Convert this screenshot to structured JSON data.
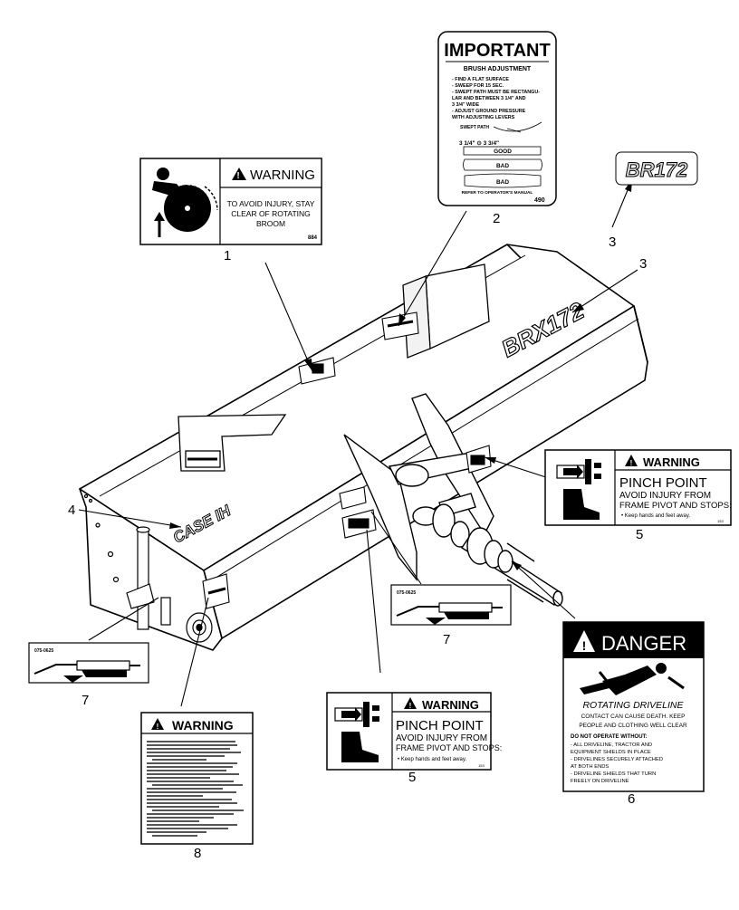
{
  "callouts": {
    "c1": "1",
    "c2": "2",
    "c3a": "3",
    "c3b": "3",
    "c4": "4",
    "c5a": "5",
    "c5b": "5",
    "c6": "6",
    "c7a": "7",
    "c7b": "7",
    "c8": "8"
  },
  "decal1": {
    "header": "WARNING",
    "text": [
      "TO AVOID INJURY, STAY",
      "CLEAR OF ROTATING",
      "BROOM"
    ],
    "code": "884"
  },
  "decal2": {
    "header": "IMPORTANT",
    "title": "BRUSH ADJUSTMENT",
    "steps": [
      "- FIND A FLAT SURFACE",
      "- SWEEP FOR 15 SEC.",
      "- SWEPT PATH MUST BE RECTANGU-",
      "  LAR AND BETWEEN 3 1/4\" AND",
      "  3 3/4\" WIDE",
      "- ADJUST GROUND PRESSURE",
      "  WITH ADJUSTING LEVERS"
    ],
    "swept": "SWEPT PATH",
    "range": "3 1/4\" ⊙ 3 3/4\"",
    "good": "GOOD",
    "bad1": "BAD",
    "bad2": "BAD",
    "footer": "REFER TO OPERATOR'S MANUAL",
    "code": "490"
  },
  "decal3": {
    "logo": "BR172"
  },
  "machine": {
    "model_logo": "BRX172",
    "brand_logo": "CASE IH"
  },
  "pinch": {
    "header": "WARNING",
    "title": "PINCH POINT",
    "text1": "AVOID INJURY FROM",
    "text2": "FRAME PIVOT AND STOPS:",
    "bullet": "• Keep hands and feet away.",
    "code": "153"
  },
  "danger": {
    "header": "DANGER",
    "title": "ROTATING DRIVELINE",
    "text": [
      "CONTACT CAN CAUSE DEATH. KEEP",
      "PEOPLE AND CLOTHING WELL CLEAR"
    ],
    "sub": "DO NOT OPERATE WITHOUT:",
    "items": [
      "- ALL DRIVELINE, TRACTOR AND",
      "  EQUIPMENT SHIELDS IN PLACE",
      "- DRIVELINES SECURELY ATTACHED",
      "  AT BOTH ENDS",
      "- DRIVELINE SHIELDS THAT TURN",
      "  FREELY ON DRIVELINE"
    ]
  },
  "grease": {
    "code": "075-0625"
  },
  "warn8": {
    "header": "WARNING"
  },
  "colors": {
    "ink": "#000000",
    "paper": "#ffffff",
    "shade": "#d8d8d8"
  }
}
